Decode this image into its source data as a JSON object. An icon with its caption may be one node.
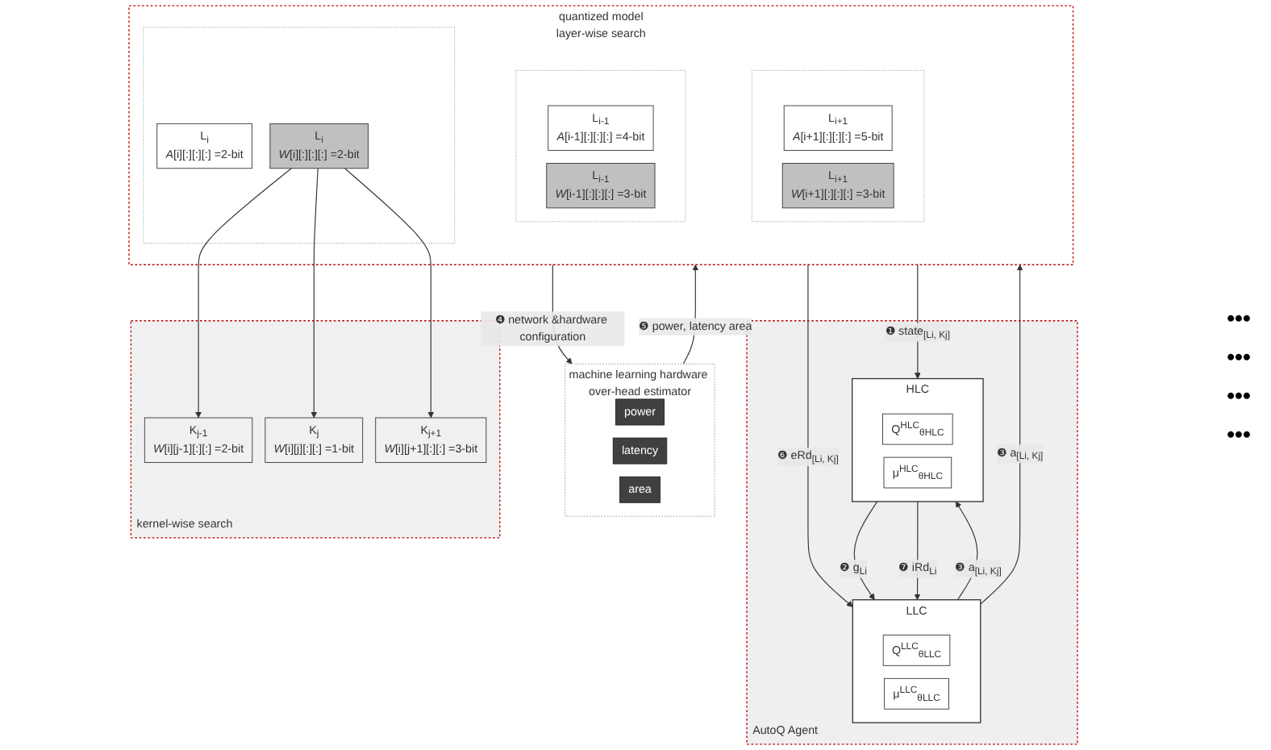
{
  "diagram": {
    "nodes": [
      {
        "text": [
          "AutoQ Agent"
        ]
      },
      {
        "text": [
          "HLC"
        ],
        "in": 0
      },
      {
        "text": [
          "Q$^{HLC}$$_{θHLC}$"
        ],
        "in": 1
      },
      {
        "text": [
          "μ$^{HLC}$$_{θHLC}$"
        ],
        "in": 1
      },
      {
        "text": [
          "LLC"
        ],
        "in": 0
      },
      {
        "text": [
          "Q$^{LLC}$$_{θLLC}$"
        ],
        "in": 4
      },
      {
        "text": [
          "μ$^{LLC}$$_{θLLC}$"
        ],
        "in": 4
      },
      {
        "text": [
          "machine learning hardware over-head estimator"
        ]
      },
      {
        "text": [
          "power"
        ],
        "in": 7
      },
      {
        "text": [
          "latency"
        ],
        "in": 7
      },
      {
        "text": [
          "area"
        ],
        "in": 7
      },
      {
        "text": [
          "quantized model",
          "layer-wise search"
        ]
      },
      {
        "text": [],
        "shape": "box",
        "in": 11
      },
      {
        "text": [
          "L$_{i-1}$",
          "*A*[i-1][:][:][:] =4-bit"
        ],
        "in": 12
      },
      {
        "text": [
          "L$_{i-1}$",
          "*W*[i-1][:][:][:] =3-bit"
        ],
        "in": 12
      },
      {
        "text": [],
        "shape": "box",
        "in": 11
      },
      {
        "text": [
          "L$_{i}$",
          "*A*[i][:][:][:] =2-bit"
        ],
        "in": 15
      },
      {
        "text": [
          "L$_{i}$",
          "*W*[i][:][:][:] =2-bit"
        ],
        "in": 15
      },
      {
        "text": [],
        "shape": "box",
        "in": 11
      },
      {
        "text": [
          "L$_{i+1}$",
          "*A*[i+1][:][:][:] =5-bit"
        ],
        "in": 18
      },
      {
        "text": [
          "L$_{i+1}$",
          "*W*[i+1][:][:][:] =3-bit"
        ],
        "in": 18
      },
      {
        "text": [
          "kernel-wise search"
        ]
      },
      {
        "text": [
          "K$_{j-1}$",
          "*W*[i][j-1][:][:] =2-bit"
        ],
        "in": 21
      },
      {
        "text": [
          "K$_{j}$",
          "*W*[i][j][:][:] =1-bit"
        ],
        "in": 21
      },
      {
        "text": [
          "K$_{j+1}$",
          "*W*[i][j+1][:][:] =3-bit"
        ],
        "in": 21
      }
    ],
    "edges": [
      {
        "from": 11,
        "to": 1,
        "arrow": "to",
        "label": "❶ state$_{[Li, Kj]}$"
      },
      {
        "from": 11,
        "to": 4,
        "arrow": "to",
        "label": "❻ eRd$_{[Li, Kj]}$"
      },
      {
        "from": 1,
        "to": 4,
        "arrow": "to",
        "label": "❷ g$_{Li}$"
      },
      {
        "from": 4,
        "to": 1,
        "arrow": "to",
        "label": "❸ a$_{[Li, Kj]}$"
      },
      {
        "from": 1,
        "to": 4,
        "arrow": "to",
        "label": "❼ iRd$_{Li}$"
      },
      {
        "from": 4,
        "to": 11,
        "arrow": "to",
        "label": "❸ a$_{[Li, Kj]}$"
      },
      {
        "from": 11,
        "to": 7,
        "arrow": "to",
        "label": "❹ network &hardware configuration"
      },
      {
        "from": 7,
        "to": 11,
        "arrow": "to",
        "label": "❺ power, latency area"
      },
      {
        "from": 17,
        "to": 22,
        "arrow": "to"
      },
      {
        "from": 17,
        "to": 23,
        "arrow": "to"
      },
      {
        "from": 17,
        "to": 24,
        "arrow": "to"
      }
    ],
    "labels": [
      "•••",
      "•••",
      "•••",
      "•••"
    ]
  }
}
